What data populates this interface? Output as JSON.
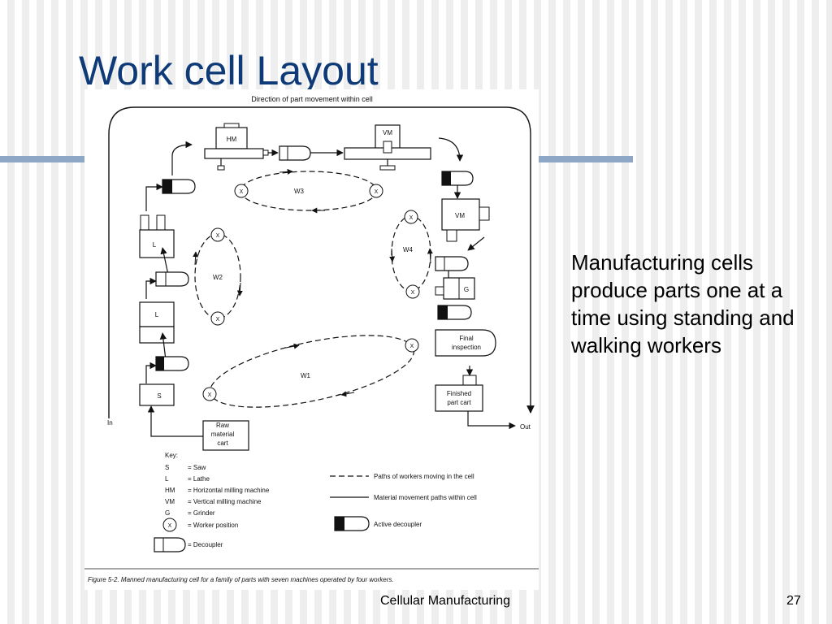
{
  "slide": {
    "title": "Work cell Layout",
    "body_text": "Manufacturing cells produce parts one at a time using standing and walking workers",
    "footer_title": "Cellular Manufacturing",
    "page_number": "27"
  },
  "figure": {
    "top_label": "Direction of part movement within cell",
    "caption": "Figure 5-2. Manned manufacturing cell for a family of parts with seven machines operated by four workers.",
    "in_label": "In",
    "out_label": "Out",
    "machines": {
      "hm": "HM",
      "vm_top": "VM",
      "vm_right": "VM",
      "lathe_upper": "L",
      "lathe_lower": "L",
      "saw": "S",
      "grinder": "G"
    },
    "raw_cart": [
      "Raw",
      "material",
      "cart"
    ],
    "final_inspection": [
      "Final",
      "inspection"
    ],
    "finished_cart": [
      "Finished",
      "part cart"
    ],
    "workers": {
      "w1": "W1",
      "w2": "W2",
      "w3": "W3",
      "w4": "W4",
      "x": "X"
    },
    "key": {
      "heading": "Key:",
      "entries": [
        {
          "abbr": "S",
          "desc": "= Saw"
        },
        {
          "abbr": "L",
          "desc": "= Lathe"
        },
        {
          "abbr": "HM",
          "desc": "= Horizontal milling machine"
        },
        {
          "abbr": "VM",
          "desc": "= Vertical milling machine"
        },
        {
          "abbr": "G",
          "desc": "= Grinder"
        }
      ],
      "worker_position": "= Worker position",
      "decoupler": "= Decoupler",
      "worker_paths": "Paths of workers moving in the cell",
      "material_paths": "Material movement paths within cell",
      "active_decoupler": "Active decoupler"
    }
  }
}
